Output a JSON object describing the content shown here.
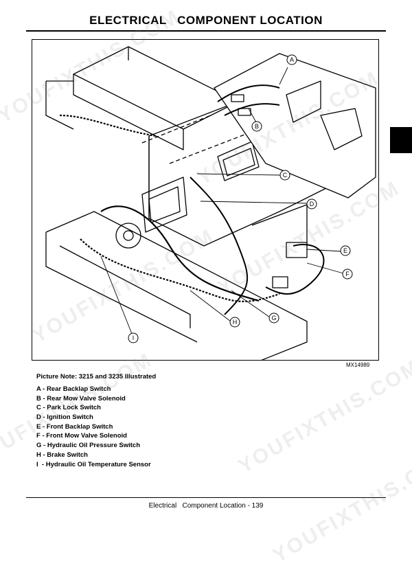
{
  "page": {
    "title": "ELECTRICAL   COMPONENT LOCATION",
    "figure_id": "MX14989",
    "note": "Picture Note: 3215 and 3235 Illustrated",
    "legend": [
      {
        "key": "A",
        "text": "A - Rear Backlap Switch"
      },
      {
        "key": "B",
        "text": "B - Rear Mow Valve Solenoid"
      },
      {
        "key": "C",
        "text": "C - Park Lock Switch"
      },
      {
        "key": "D",
        "text": "D - Ignition Switch"
      },
      {
        "key": "E",
        "text": "E - Front Backlap Switch"
      },
      {
        "key": "F",
        "text": "F - Front Mow Valve Solenoid"
      },
      {
        "key": "G",
        "text": "G - Hydraulic Oil Pressure Switch"
      },
      {
        "key": "H",
        "text": "H - Brake Switch"
      },
      {
        "key": "I",
        "text": "I  - Hydraulic Oil Temperature Sensor"
      }
    ],
    "footer": "Electrical   Component Location - 139",
    "watermark": "YOUFIXTHIS.COM"
  },
  "callouts": [
    "A",
    "B",
    "C",
    "D",
    "E",
    "F",
    "G",
    "H",
    "I"
  ]
}
